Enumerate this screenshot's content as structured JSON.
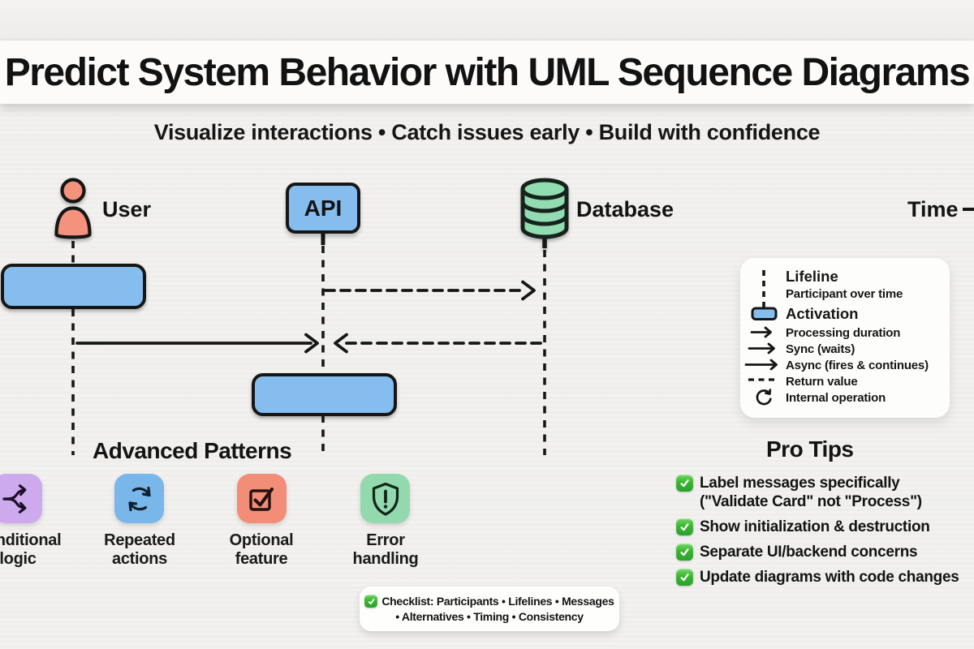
{
  "header": {
    "title": "Predict System Behavior with UML Sequence Diagrams",
    "subtitle": "Visualize interactions • Catch issues early • Build with confidence"
  },
  "diagram": {
    "participants": [
      {
        "name": "User",
        "icon": "person-icon",
        "color": "#f4927d"
      },
      {
        "name": "API",
        "icon": "api-box",
        "color": "#85bdee"
      },
      {
        "name": "Database",
        "icon": "database-icon",
        "color": "#92dcb2"
      }
    ],
    "time_label": "Time",
    "activation_color": "#85bdee"
  },
  "legend": {
    "items": [
      {
        "icon": "lifeline-dash-icon",
        "label": "Lifeline",
        "style": "header"
      },
      {
        "icon": "",
        "label": "Participant over time",
        "style": "sub"
      },
      {
        "icon": "activation-bar-icon",
        "label": "Activation",
        "style": "header"
      },
      {
        "icon": "arrow-icon",
        "label": "Processing duration",
        "style": "sub"
      },
      {
        "icon": "arrow-icon",
        "label": "Sync (waits)",
        "style": "sub"
      },
      {
        "icon": "arrow-icon",
        "label": "Async (fires & continues)",
        "style": "sub"
      },
      {
        "icon": "dashed-line-icon",
        "label": "Return value",
        "style": "sub"
      },
      {
        "icon": "circular-arrow-icon",
        "label": "Internal operation",
        "style": "sub"
      }
    ]
  },
  "advanced_patterns": {
    "heading": "Advanced Patterns",
    "items": [
      {
        "icon": "branch-icon",
        "label": "Conditional logic",
        "color": "#cdaaee"
      },
      {
        "icon": "cycle-icon",
        "label": "Repeated actions",
        "color": "#79b6ea"
      },
      {
        "icon": "checkbox-icon",
        "label": "Optional feature",
        "color": "#f28d77"
      },
      {
        "icon": "shield-exclamation-icon",
        "label": "Error handling",
        "color": "#92d9ad"
      }
    ]
  },
  "pro_tips": {
    "heading": "Pro Tips",
    "items": [
      {
        "icon": "green-check-icon",
        "text": "Label messages specifically",
        "subtext": "(\"Validate Card\" not \"Process\")"
      },
      {
        "icon": "green-check-icon",
        "text": "Show initialization & destruction"
      },
      {
        "icon": "green-check-icon",
        "text": "Separate UI/backend concerns"
      },
      {
        "icon": "green-check-icon",
        "text": "Update diagrams with code changes"
      }
    ]
  },
  "checklist": {
    "icon": "green-check-icon",
    "line1": "Checklist: Participants • Lifelines • Messages",
    "line2": "• Alternatives • Timing • Consistency"
  },
  "colors": {
    "background": "#f0efed",
    "banner": "#fcfbfa",
    "ink": "#141414",
    "blue": "#85bdee",
    "coral": "#f4927d",
    "green": "#92dcb2",
    "purple": "#cdaaee",
    "check_green": "#31ad36"
  }
}
